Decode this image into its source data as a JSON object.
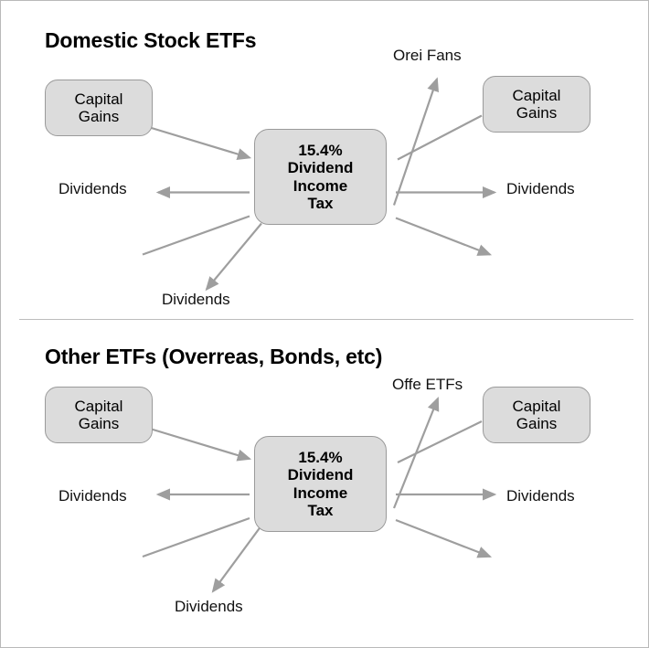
{
  "diagram": {
    "title_note": "Two-panel tax flow diagram",
    "colors": {
      "node_fill": "#dcdcdc",
      "node_border": "#9a9a9a",
      "arrow": "#9e9e9e",
      "text": "#000000",
      "divider": "#bdbdbd",
      "page_border": "#b9b9b9",
      "background": "#ffffff"
    },
    "panels": [
      {
        "id": "domestic",
        "title": "Domestic Stock ETFs",
        "center_node": {
          "lines": [
            "15.4%",
            "Dividend",
            "Income",
            "Tax"
          ],
          "rate": "15.4%"
        },
        "nodes": [
          {
            "id": "cap-left",
            "lines": [
              "Capital",
              "Gains"
            ]
          },
          {
            "id": "cap-right",
            "lines": [
              "Capital",
              "Gains"
            ]
          }
        ],
        "labels": [
          {
            "id": "top-right-label",
            "text": "Orei Fans"
          },
          {
            "id": "left-dividends",
            "text": "Dividends"
          },
          {
            "id": "right-dividends",
            "text": "Dividends"
          },
          {
            "id": "bottom-dividends",
            "text": "Dividends"
          }
        ]
      },
      {
        "id": "other",
        "title": "Other ETFs (Overreas, Bonds, etc)",
        "center_node": {
          "lines": [
            "15.4%",
            "Dividend",
            "Income",
            "Tax"
          ],
          "rate": "15.4%"
        },
        "nodes": [
          {
            "id": "cap-left",
            "lines": [
              "Capital",
              "Gains"
            ]
          },
          {
            "id": "cap-right",
            "lines": [
              "Capital",
              "Gains"
            ]
          }
        ],
        "labels": [
          {
            "id": "top-right-label",
            "text": "Offe ETFs"
          },
          {
            "id": "left-dividends",
            "text": "Dividends"
          },
          {
            "id": "right-dividends",
            "text": "Dividends"
          },
          {
            "id": "bottom-dividends",
            "text": "Dividends"
          }
        ]
      }
    ]
  }
}
